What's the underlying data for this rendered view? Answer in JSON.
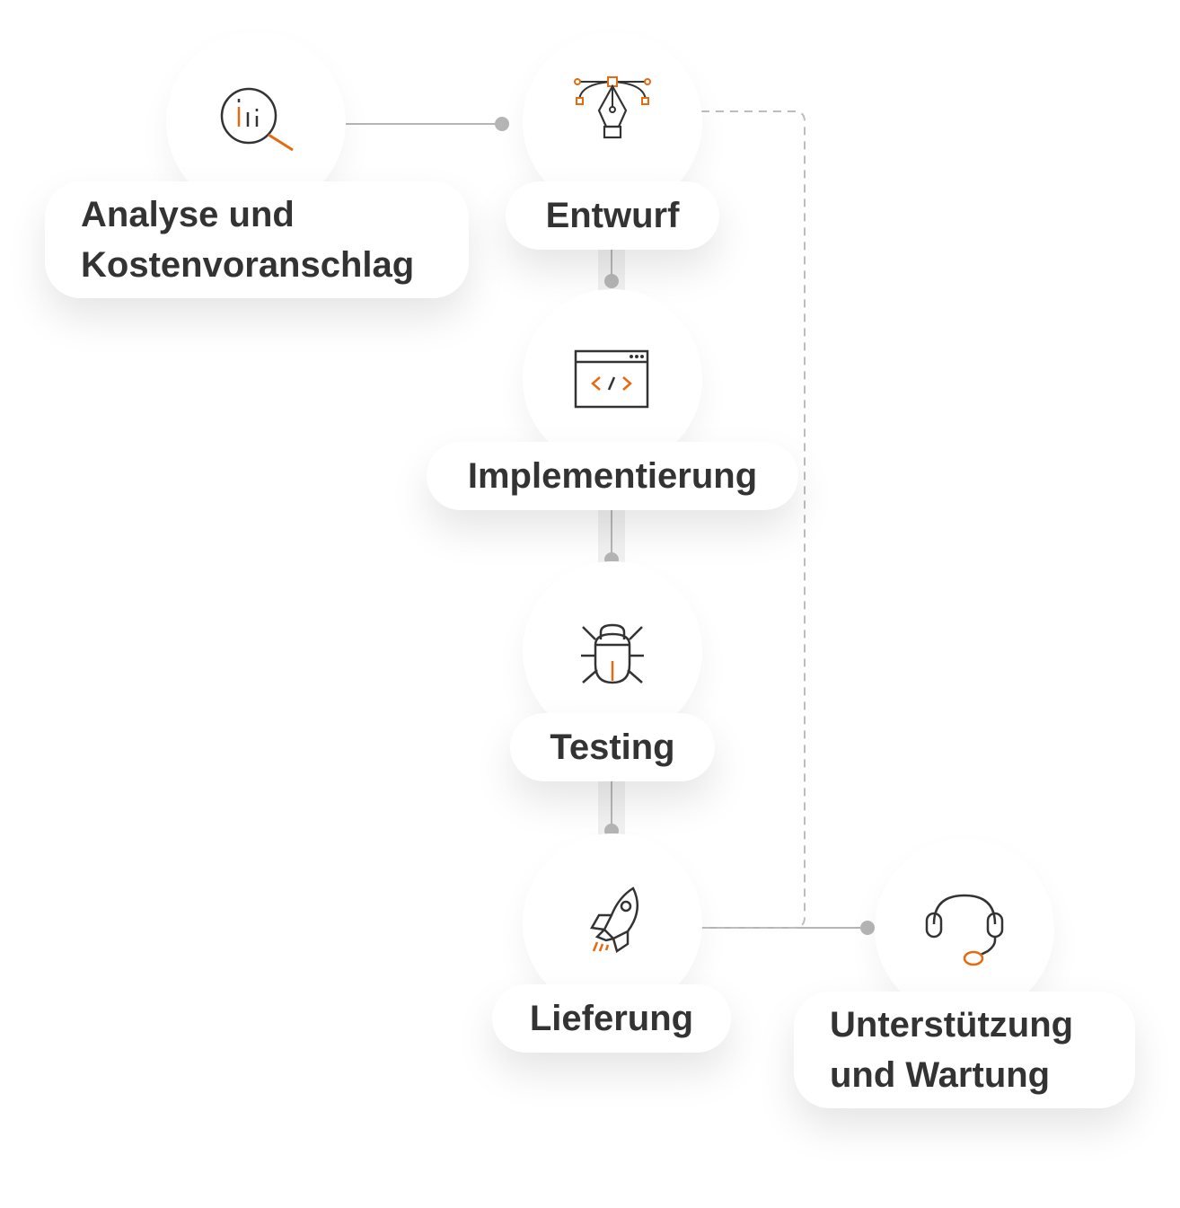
{
  "steps": [
    {
      "id": "analyse",
      "lines": [
        "Analyse und",
        "Kostenvoranschlag"
      ],
      "icon": "magnifier-chart-icon"
    },
    {
      "id": "entwurf",
      "lines": [
        "Entwurf"
      ],
      "icon": "pen-tool-icon"
    },
    {
      "id": "implementierung",
      "lines": [
        "Implementierung"
      ],
      "icon": "code-window-icon"
    },
    {
      "id": "testing",
      "lines": [
        "Testing"
      ],
      "icon": "bug-icon"
    },
    {
      "id": "lieferung",
      "lines": [
        "Lieferung"
      ],
      "icon": "rocket-icon"
    },
    {
      "id": "unterstuetzung",
      "lines": [
        "Unterstützung",
        "und Wartung"
      ],
      "icon": "headset-icon"
    }
  ],
  "colors": {
    "text": "#333333",
    "icon_stroke": "#333333",
    "accent": "#E66A10",
    "connector": "#b5b5b5",
    "dashed_loop": "#bdbdbd"
  }
}
